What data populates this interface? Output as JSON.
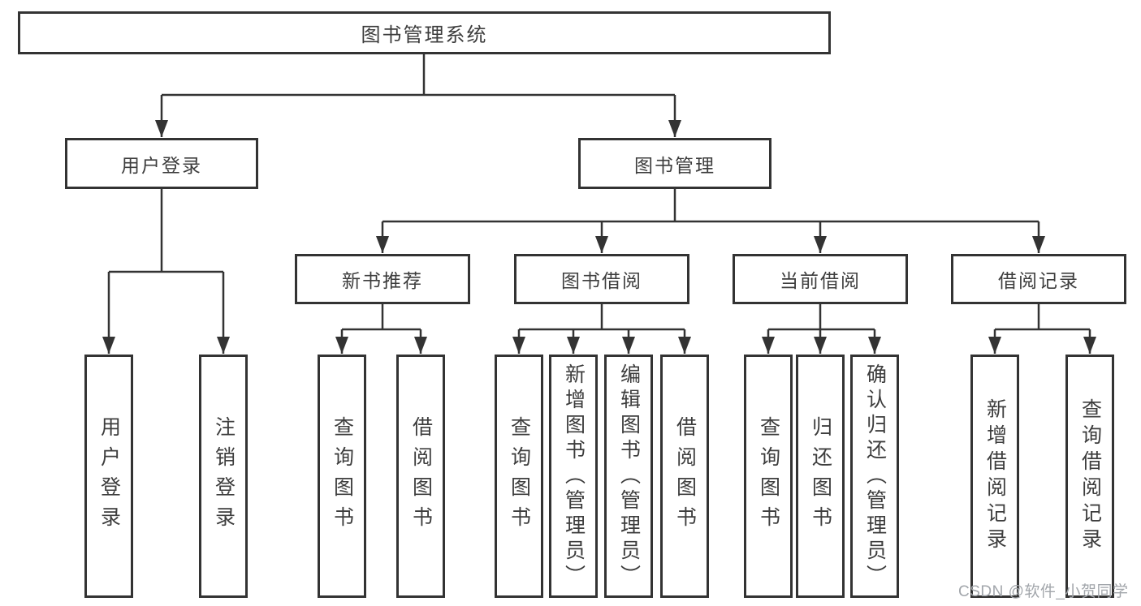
{
  "tree": {
    "root": {
      "label": "图书管理系统"
    },
    "level2": [
      {
        "label": "用户登录"
      },
      {
        "label": "图书管理"
      }
    ],
    "level3": [
      {
        "label": "新书推荐"
      },
      {
        "label": "图书借阅"
      },
      {
        "label": "当前借阅"
      },
      {
        "label": "借阅记录"
      }
    ],
    "leaves_login": [
      {
        "label": "用户登录"
      },
      {
        "label": "注销登录"
      }
    ],
    "leaves_new_book": [
      {
        "label": "查询图书"
      },
      {
        "label": "借阅图书"
      }
    ],
    "leaves_book_borrow": [
      {
        "label": "查询图书"
      },
      {
        "label": "新增图书（管理员）"
      },
      {
        "label": "编辑图书（管理员）"
      },
      {
        "label": "借阅图书"
      }
    ],
    "leaves_current_borrow": [
      {
        "label": "查询图书"
      },
      {
        "label": "归还图书"
      },
      {
        "label": "确认归还（管理员）"
      }
    ],
    "leaves_borrow_records": [
      {
        "label": "新增借阅记录"
      },
      {
        "label": "查询借阅记录"
      }
    ]
  },
  "watermark": {
    "text": "CSDN @软件_小贺同学"
  },
  "colors": {
    "line": "#333333",
    "box_border": "#333333",
    "text": "#3d3d3d",
    "background": "#ffffff",
    "watermark": "#a2a6ab"
  }
}
